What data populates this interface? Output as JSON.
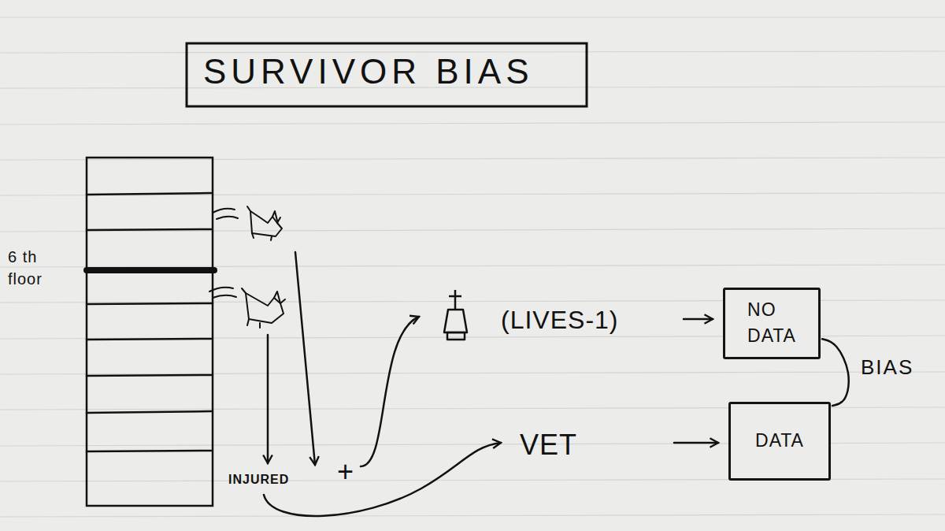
{
  "diagram": {
    "title": "SURVIVOR BIAS",
    "nodes": [
      {
        "text": [
          "NO DATA"
        ]
      },
      {
        "text": [
          "DATA"
        ]
      }
    ],
    "edges": [
      {
        "from": 0,
        "to": 1,
        "label": "BIAS",
        "arrow": "none"
      }
    ],
    "labels": [
      "6 th floor",
      "INJURED",
      "+",
      "(LIVES-1)",
      "VET"
    ]
  }
}
